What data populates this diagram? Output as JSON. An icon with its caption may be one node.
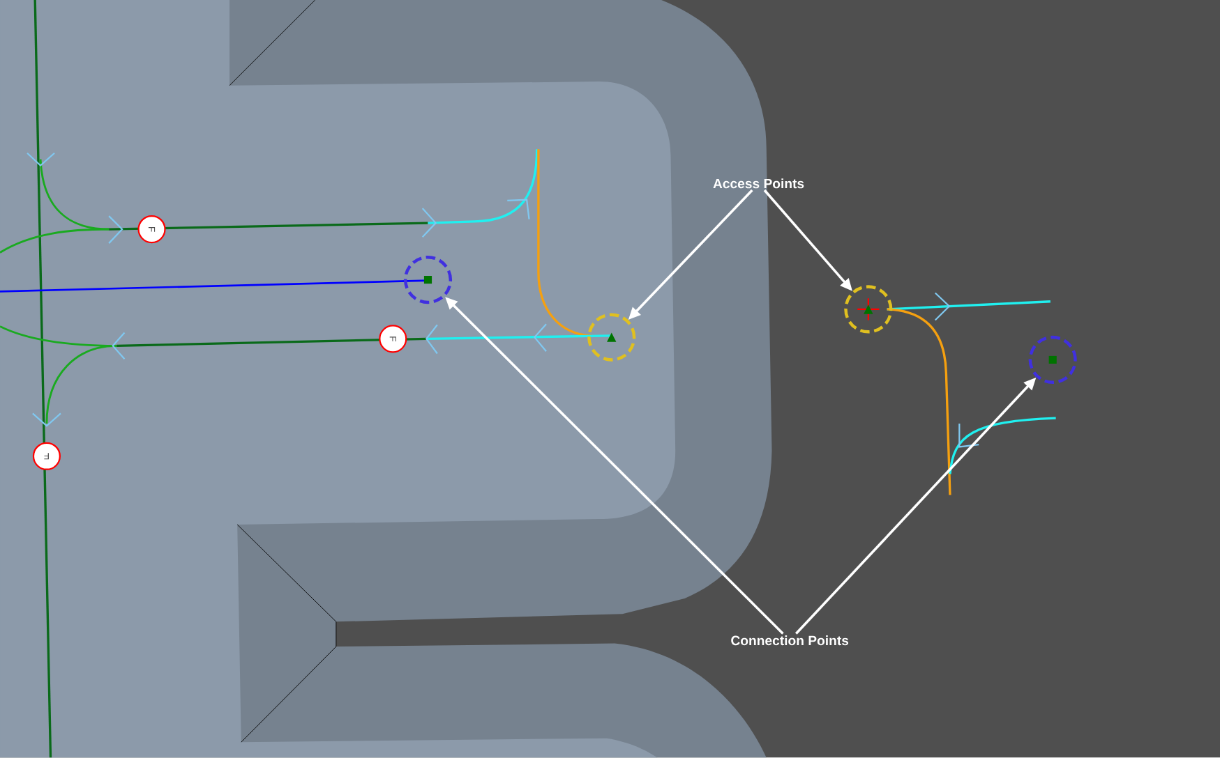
{
  "diagram": {
    "nodes": [
      {
        "text": [
          "Access Points"
        ]
      },
      {
        "text": [
          "Connection Points"
        ]
      },
      {
        "text": [],
        "shape": "circle"
      },
      {
        "text": [],
        "shape": "circle"
      },
      {
        "text": [],
        "shape": "circle"
      },
      {
        "text": [],
        "shape": "circle"
      },
      {
        "text": [
          "F"
        ]
      },
      {
        "text": [
          "F"
        ]
      },
      {
        "text": [
          "F"
        ]
      }
    ],
    "edges": [
      {
        "from": 0,
        "to": 2,
        "arrow": "to"
      },
      {
        "from": 0,
        "to": 3,
        "arrow": "to"
      },
      {
        "from": 1,
        "to": 4,
        "arrow": "to"
      },
      {
        "from": 1,
        "to": 5,
        "arrow": "to"
      }
    ]
  }
}
